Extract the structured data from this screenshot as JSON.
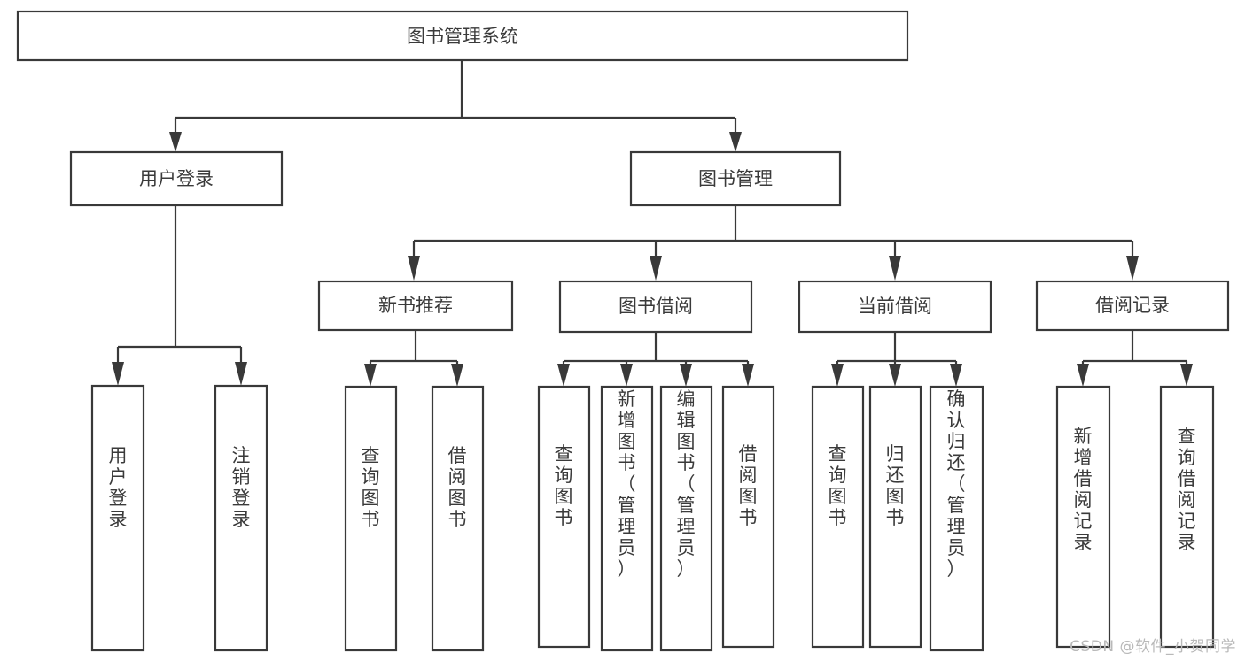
{
  "diagram": {
    "type": "tree",
    "title": "图书管理系统",
    "root": {
      "id": "root",
      "label": "图书管理系统"
    },
    "level1": [
      {
        "id": "user-login",
        "label": "用户登录"
      },
      {
        "id": "book-manage",
        "label": "图书管理"
      }
    ],
    "level2": [
      {
        "id": "new-book-recommend",
        "label": "新书推荐",
        "parent": "book-manage"
      },
      {
        "id": "book-borrow",
        "label": "图书借阅",
        "parent": "book-manage"
      },
      {
        "id": "current-borrow",
        "label": "当前借阅",
        "parent": "book-manage"
      },
      {
        "id": "borrow-record",
        "label": "借阅记录",
        "parent": "book-manage"
      }
    ],
    "leaves": {
      "user-login": [
        {
          "id": "leaf-user-login",
          "label": "用户登录"
        },
        {
          "id": "leaf-user-logout",
          "label": "注销登录"
        }
      ],
      "new-book-recommend": [
        {
          "id": "leaf-query-book-1",
          "label": "查询图书"
        },
        {
          "id": "leaf-borrow-book-1",
          "label": "借阅图书"
        }
      ],
      "book-borrow": [
        {
          "id": "leaf-query-book-2",
          "label": "查询图书"
        },
        {
          "id": "leaf-add-book",
          "label": "新增图书（管理员）"
        },
        {
          "id": "leaf-edit-book",
          "label": "编辑图书（管理员）"
        },
        {
          "id": "leaf-borrow-book-2",
          "label": "借阅图书"
        }
      ],
      "current-borrow": [
        {
          "id": "leaf-query-book-3",
          "label": "查询图书"
        },
        {
          "id": "leaf-return-book",
          "label": "归还图书"
        },
        {
          "id": "leaf-confirm-return",
          "label": "确认归还（管理员）"
        }
      ],
      "borrow-record": [
        {
          "id": "leaf-add-record",
          "label": "新增借阅记录"
        },
        {
          "id": "leaf-query-record",
          "label": "查询借阅记录"
        }
      ]
    }
  },
  "watermark": {
    "text": "CSDN @软件_小贺同学"
  },
  "colors": {
    "border": "#393939",
    "box_fill": "#ffffff",
    "text": "#3a3a3a",
    "watermark": "#b9b9b9",
    "background": "#ffffff"
  }
}
